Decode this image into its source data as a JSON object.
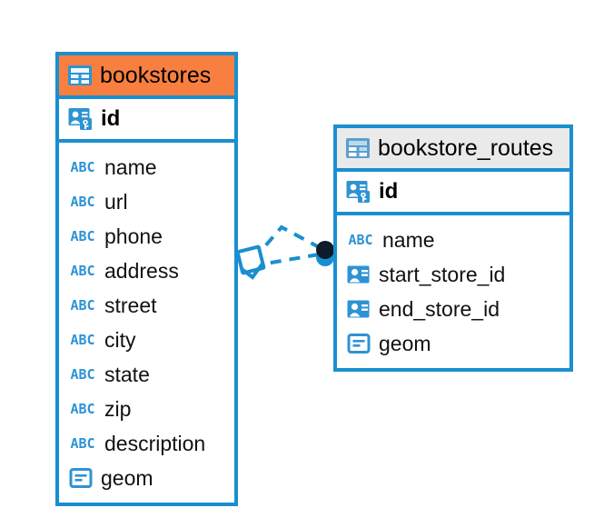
{
  "diagram": {
    "type": "entity-relationship-diagram",
    "background": "#ffffff",
    "colors": {
      "border": "#1a8fd0",
      "header_accent": "#f97f41",
      "header_neutral": "#eaeaea",
      "icon_blue": "#2e93d4",
      "connector": "#1a8fd0",
      "connector_endpoint": "#0d1b2a"
    }
  },
  "tables": [
    {
      "name": "bookstores",
      "header_style": "accent-orange",
      "header_icon": "table-icon",
      "primary_key": {
        "label": "id",
        "icon": "primary-key-icon"
      },
      "fields": [
        {
          "label": "name",
          "icon": "text-abc-icon"
        },
        {
          "label": "url",
          "icon": "text-abc-icon"
        },
        {
          "label": "phone",
          "icon": "text-abc-icon"
        },
        {
          "label": "address",
          "icon": "text-abc-icon"
        },
        {
          "label": "street",
          "icon": "text-abc-icon"
        },
        {
          "label": "city",
          "icon": "text-abc-icon"
        },
        {
          "label": "state",
          "icon": "text-abc-icon"
        },
        {
          "label": "zip",
          "icon": "text-abc-icon"
        },
        {
          "label": "description",
          "icon": "text-abc-icon"
        },
        {
          "label": "geom",
          "icon": "geometry-icon"
        }
      ]
    },
    {
      "name": "bookstore_routes",
      "header_style": "accent-grey",
      "header_icon": "table-icon",
      "primary_key": {
        "label": "id",
        "icon": "primary-key-icon"
      },
      "fields": [
        {
          "label": "name",
          "icon": "text-abc-icon"
        },
        {
          "label": "start_store_id",
          "icon": "foreign-key-icon"
        },
        {
          "label": "end_store_id",
          "icon": "foreign-key-icon"
        },
        {
          "label": "geom",
          "icon": "geometry-icon"
        }
      ]
    }
  ],
  "relationship": {
    "style": "dashed",
    "from_table": "bookstores",
    "to_table": "bookstore_routes",
    "source_endpoint": "diamond-marker",
    "target_endpoint": "circle-marker"
  }
}
